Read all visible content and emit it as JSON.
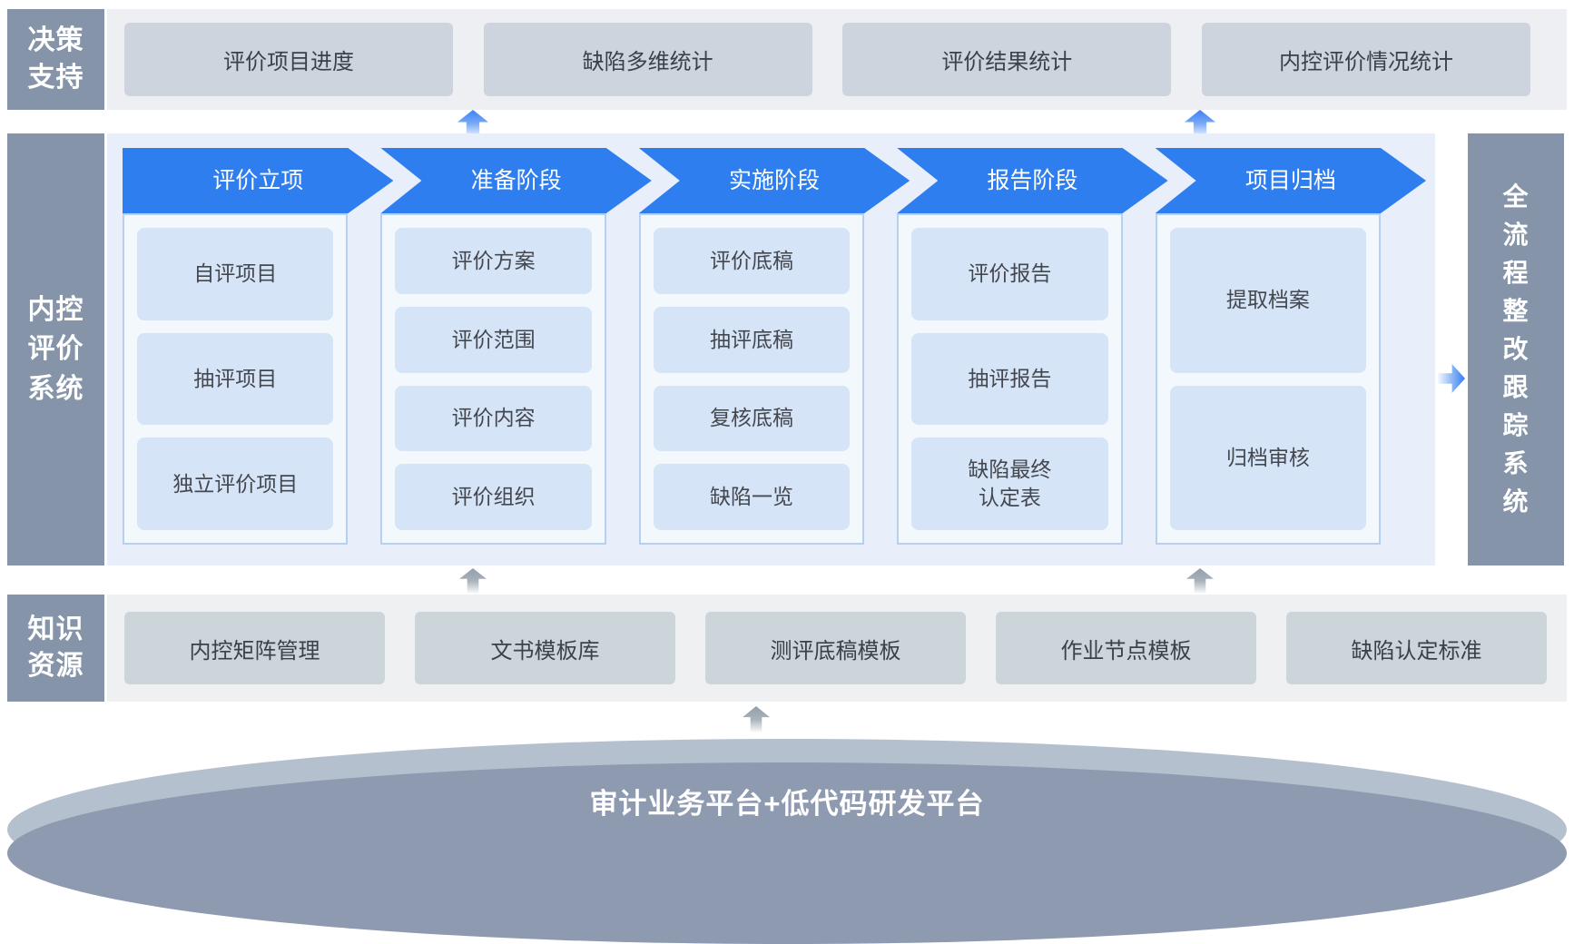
{
  "decision_row": {
    "label": "决策\n支持",
    "items": [
      "评价项目进度",
      "缺陷多维统计",
      "评价结果统计",
      "内控评价情况统计"
    ]
  },
  "main": {
    "left_label": "内控\n评价\n系统",
    "right_label": "全\n流\n程\n整\n改\n跟\n踪\n系\n统",
    "columns": [
      {
        "header": "评价立项",
        "items": [
          "自评项目",
          "抽评项目",
          "独立评价项目"
        ]
      },
      {
        "header": "准备阶段",
        "items": [
          "评价方案",
          "评价范围",
          "评价内容",
          "评价组织"
        ]
      },
      {
        "header": "实施阶段",
        "items": [
          "评价底稿",
          "抽评底稿",
          "复核底稿",
          "缺陷一览"
        ]
      },
      {
        "header": "报告阶段",
        "items": [
          "评价报告",
          "抽评报告",
          "缺陷最终\n认定表"
        ]
      },
      {
        "header": "项目归档",
        "items": [
          "提取档案",
          "归档审核"
        ]
      }
    ]
  },
  "knowledge_row": {
    "label": "知识\n资源",
    "items": [
      "内控矩阵管理",
      "文书模板库",
      "测评底稿模板",
      "作业节点模板",
      "缺陷认定标准"
    ]
  },
  "platform": {
    "label": "审计业务平台+低代码研发平台"
  },
  "colors": {
    "accent_blue": "#2e7ef0",
    "slate_gray": "#8594a8",
    "panel_light_blue": "#e8effb",
    "item_blue": "#d6e4f8",
    "top_button_gray": "#cdd4de",
    "knowledge_button_gray": "#ccd5da",
    "platform_light": "#b5c0cf",
    "platform_dark": "#8e9ab0"
  }
}
